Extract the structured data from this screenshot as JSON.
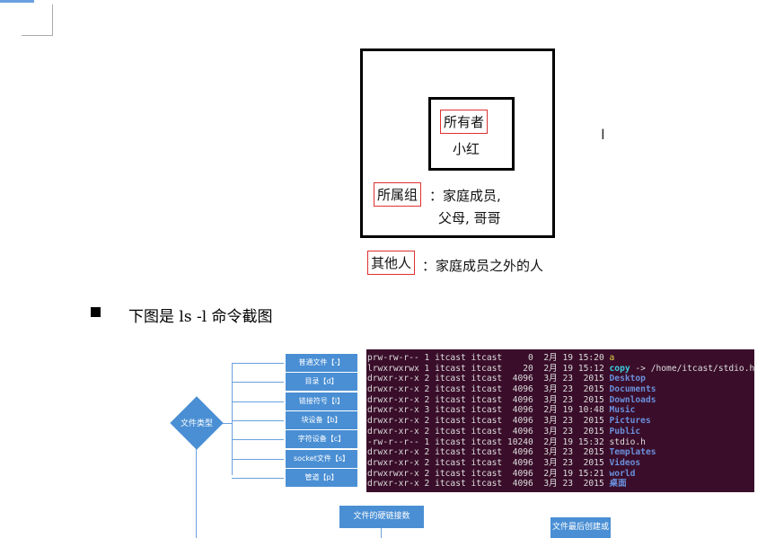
{
  "diagram": {
    "owner_label": "所有者",
    "owner_name": "小红",
    "group_label": "所属组",
    "group_desc_1": "：家庭成员,",
    "group_desc_2": "父母, 哥哥",
    "others_label": "其他人",
    "others_desc": "：家庭成员之外的人"
  },
  "bullet_text": "下图是 ls -l 命令截图",
  "flowchart": {
    "diamond": "文件类型",
    "types": [
      "普通文件【-】",
      "目录【d】",
      "链接符号【l】",
      "块设备【b】",
      "字符设备【c】",
      "socket文件【s】",
      "管道【p】"
    ],
    "hardlink_box": "文件的硬链接数",
    "mtime_box": "文件最后创建或"
  },
  "terminal": {
    "rows": [
      {
        "meta": "prw-rw-r-- 1 itcast itcast     0  2月 19 15:20 ",
        "name": "a",
        "kind": "fifo"
      },
      {
        "meta": "lrwxrwxrwx 1 itcast itcast    20  2月 19 15:12 ",
        "name": "copy",
        "kind": "lnk",
        "suffix": " -> /home/itcast/stdio.h"
      },
      {
        "meta": "drwxr-xr-x 2 itcast itcast  4096  3月 23  2015 ",
        "name": "Desktop",
        "kind": "dir"
      },
      {
        "meta": "drwxr-xr-x 2 itcast itcast  4096  3月 23  2015 ",
        "name": "Documents",
        "kind": "dir"
      },
      {
        "meta": "drwxr-xr-x 2 itcast itcast  4096  3月 23  2015 ",
        "name": "Downloads",
        "kind": "dir"
      },
      {
        "meta": "drwxr-xr-x 3 itcast itcast  4096  2月 19 10:48 ",
        "name": "Music",
        "kind": "dir"
      },
      {
        "meta": "drwxr-xr-x 2 itcast itcast  4096  3月 23  2015 ",
        "name": "Pictures",
        "kind": "dir"
      },
      {
        "meta": "drwxr-xr-x 2 itcast itcast  4096  3月 23  2015 ",
        "name": "Public",
        "kind": "dir"
      },
      {
        "meta": "-rw-r--r-- 1 itcast itcast 10240  2月 19 15:32 ",
        "name": "stdio.h",
        "kind": "file"
      },
      {
        "meta": "drwxr-xr-x 2 itcast itcast  4096  3月 23  2015 ",
        "name": "Templates",
        "kind": "dir"
      },
      {
        "meta": "drwxr-xr-x 2 itcast itcast  4096  3月 23  2015 ",
        "name": "Videos",
        "kind": "dir"
      },
      {
        "meta": "drwxrwxr-x 2 itcast itcast  4096  2月 19 15:21 ",
        "name": "world",
        "kind": "dir"
      },
      {
        "meta": "drwxr-xr-x 2 itcast itcast  4096  3月 23  2015 ",
        "name": "桌面",
        "kind": "dir"
      }
    ]
  },
  "colors": {
    "accent": "#4a8fd4",
    "terminal_bg": "#3a0e2a",
    "highlight": "#e03030"
  }
}
